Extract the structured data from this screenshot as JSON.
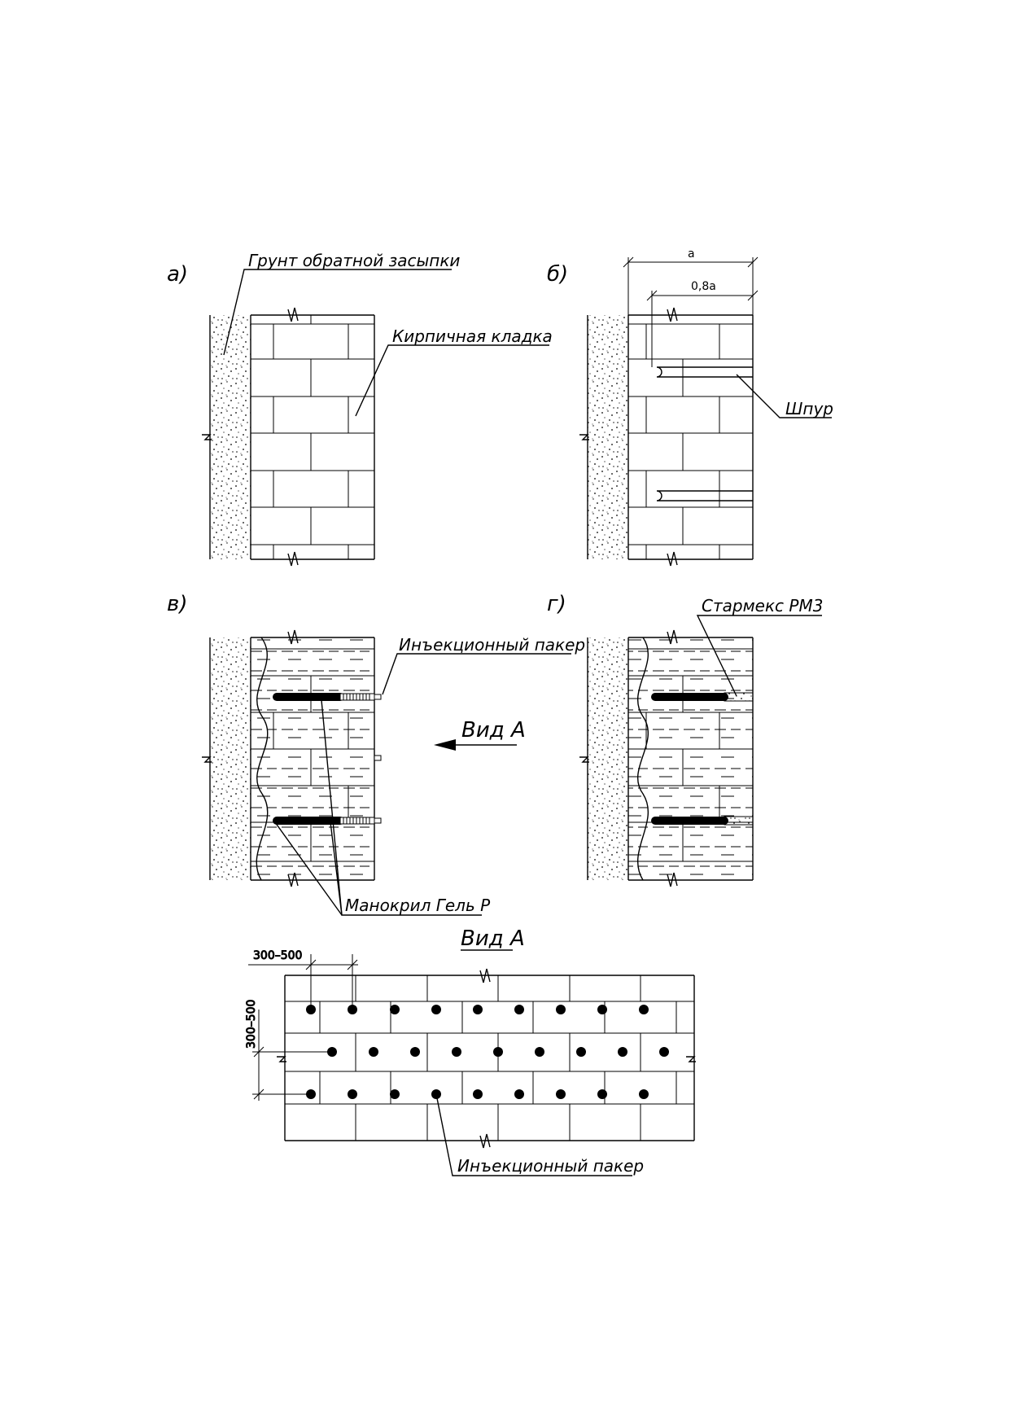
{
  "panels": {
    "a": {
      "tag": "а)",
      "label_soil": "Грунт обратной засыпки",
      "label_brick": "Кирпичная кладка"
    },
    "b": {
      "tag": "б)",
      "dim_a": "а",
      "dim_08a": "0,8а",
      "label_hole": "Шпур"
    },
    "v": {
      "tag": "в)",
      "label_packer": "Инъекционный пакер",
      "label_gel": "Манокрил Гель Р",
      "view_label": "Вид А"
    },
    "g": {
      "tag": "г)",
      "label_starmex": "Стармекс РМ3"
    }
  },
  "view_a": {
    "title": "Вид А",
    "dim_horizontal": "300–500",
    "dim_vertical": "300–500",
    "label_packer": "Инъекционный пакер"
  }
}
